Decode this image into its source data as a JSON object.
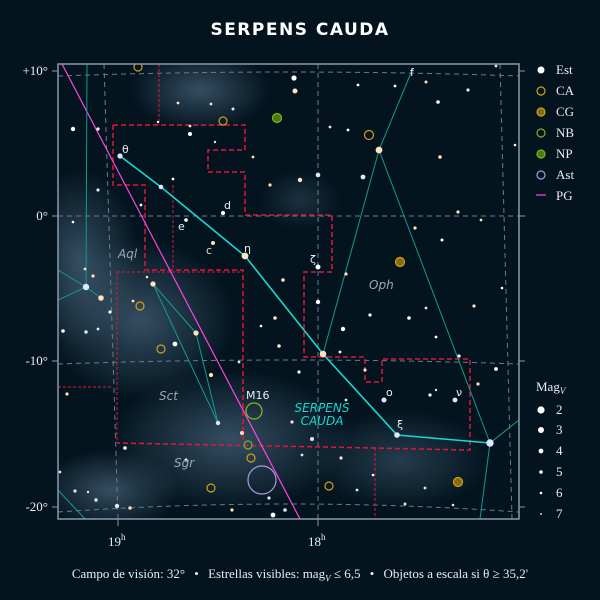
{
  "title": "SERPENS CAUDA",
  "axes": {
    "dec_labels": [
      "+10°",
      "0°",
      "-10°",
      "-20°"
    ],
    "ra_labels": [
      {
        "main": "19",
        "sup": "h"
      },
      {
        "main": "18",
        "sup": "h"
      }
    ]
  },
  "constellations": {
    "aql": "Aql",
    "oph": "Oph",
    "sct": "Sct",
    "sgr": "Sgr",
    "serpens_line1": "SERPENS",
    "serpens_line2": "CAUDA"
  },
  "star_labels": {
    "theta": "θ",
    "eta": "η",
    "zeta": "ζ",
    "xi": "ξ",
    "omicron": "o",
    "nu": "ν",
    "d": "d",
    "e": "e",
    "c": "c",
    "f": "f"
  },
  "objects": {
    "m16": "M16"
  },
  "legend": {
    "items": [
      {
        "label": "Est",
        "type": "star",
        "color": "#ffffff"
      },
      {
        "label": "CA",
        "type": "ring",
        "color": "#d4a017"
      },
      {
        "label": "CG",
        "type": "filled-ring",
        "color": "#d4a017"
      },
      {
        "label": "NB",
        "type": "ring",
        "color": "#7fb51a"
      },
      {
        "label": "NP",
        "type": "filled-ring",
        "color": "#7fb51a"
      },
      {
        "label": "Ast",
        "type": "ring",
        "color": "#a89ae0"
      },
      {
        "label": "PG",
        "type": "line",
        "color": "#ff44dd"
      }
    ],
    "mag_title": "Mag",
    "mag_sub": "V",
    "mags": [
      "2",
      "3",
      "4",
      "5",
      "6",
      "7"
    ]
  },
  "footer": {
    "fov": "Campo de visión: 32°",
    "stars_prefix": "Estrellas visibles: mag",
    "stars_sub": "V",
    "stars_suffix": " ≤ 6,5",
    "scale": "Objetos a escala si θ ≥ 35,2'",
    "sep": "•"
  },
  "colors": {
    "background": "#03141f",
    "boundary": "#e0163c",
    "serpens_line": "#18d8cf",
    "other_lines": "#139a92",
    "ecliptic": "#ff44dd",
    "grid": "#6a7c8c"
  }
}
